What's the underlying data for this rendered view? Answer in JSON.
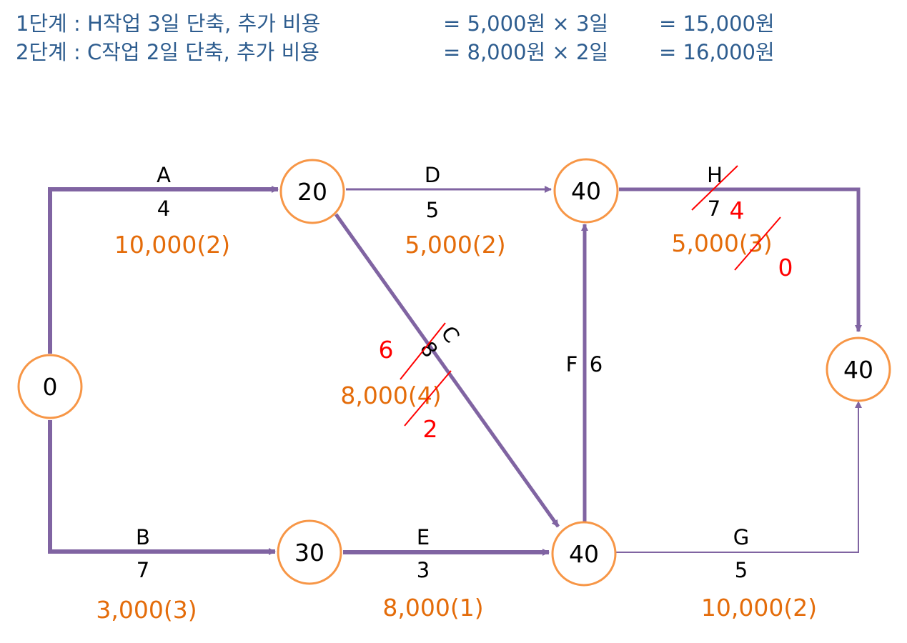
{
  "header": {
    "step1": {
      "title": "1단계 : H작업 3일 단축, 추가 비용",
      "formula": "= 5,000원 × 3일",
      "result": "= 15,000원"
    },
    "step2": {
      "title": "2단계 : C작업 2일 단축, 추가 비용",
      "formula": "= 8,000원 × 2일",
      "result": "= 16,000원"
    }
  },
  "nodes": {
    "start": "0",
    "n_a": "20",
    "n_b": "30",
    "n_d": "40",
    "n_e": "40",
    "end": "40"
  },
  "activities": {
    "A": {
      "name": "A",
      "duration": "4",
      "cost": "10,000(2)"
    },
    "B": {
      "name": "B",
      "duration": "7",
      "cost": "3,000(3)"
    },
    "C": {
      "name": "C",
      "duration": "8",
      "cost": "8,000(4)",
      "new_duration": "6",
      "new_crash": "2"
    },
    "D": {
      "name": "D",
      "duration": "5",
      "cost": "5,000(2)"
    },
    "E": {
      "name": "E",
      "duration": "3",
      "cost": "8,000(1)"
    },
    "F": {
      "name": "F",
      "duration": "6"
    },
    "G": {
      "name": "G",
      "duration": "5",
      "cost": "10,000(2)"
    },
    "H": {
      "name": "H",
      "duration": "7",
      "cost": "5,000(3)",
      "new_duration": "4",
      "new_crash": "0"
    }
  },
  "colors": {
    "header": "#2E5D8F",
    "arrow": "#8064A2",
    "node_border": "#F79646",
    "cost": "#E46C0A",
    "revision": "#FF0000"
  }
}
